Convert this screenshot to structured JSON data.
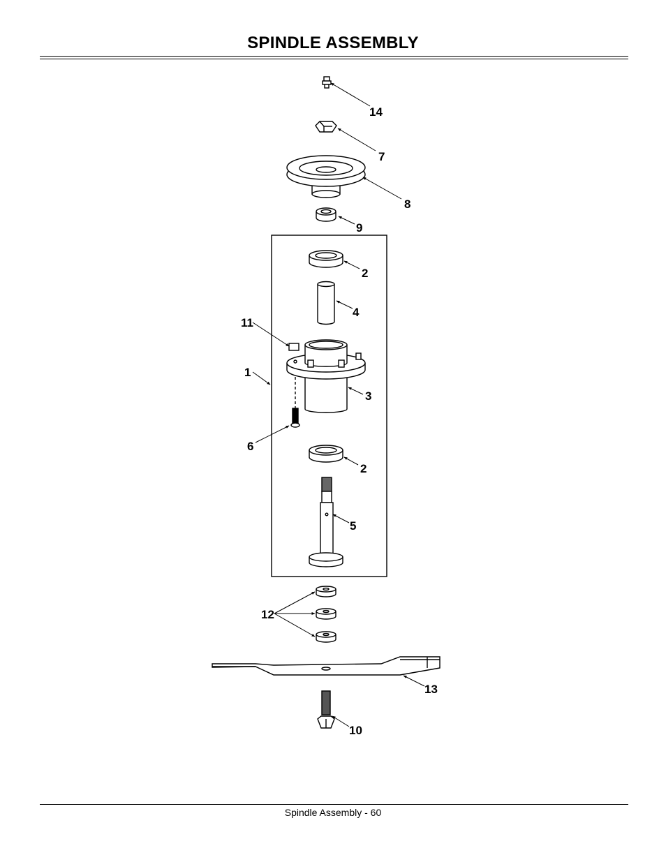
{
  "header": {
    "title": "SPINDLE ASSEMBLY"
  },
  "footer": {
    "text": "Spindle Assembly - 60"
  },
  "callouts": {
    "c14": "14",
    "c7": "7",
    "c8": "8",
    "c9": "9",
    "c2a": "2",
    "c4": "4",
    "c11": "11",
    "c1": "1",
    "c3": "3",
    "c6": "6",
    "c2b": "2",
    "c5": "5",
    "c12": "12",
    "c13": "13",
    "c10": "10"
  }
}
